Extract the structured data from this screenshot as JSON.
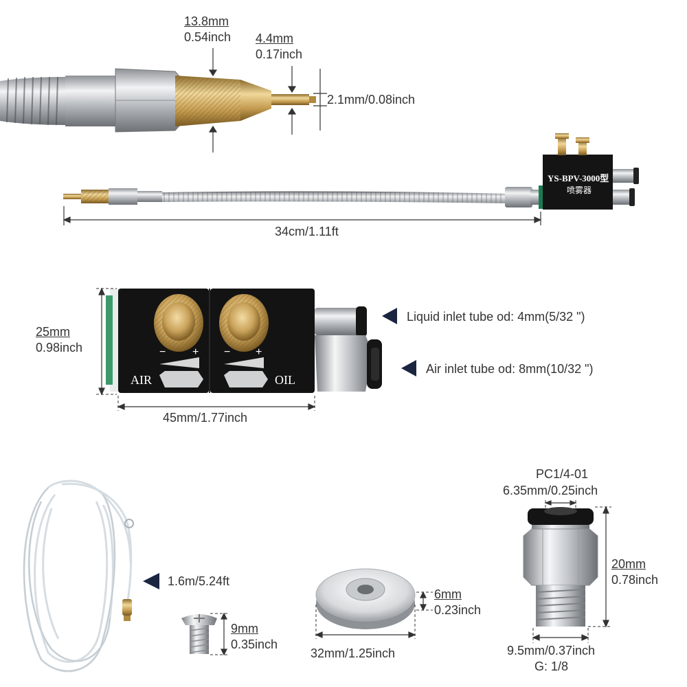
{
  "nozzle": {
    "diameter_mm": "13.8mm",
    "diameter_inch": "0.54inch",
    "tip_mm": "4.4mm",
    "tip_inch": "0.17inch",
    "hole": "2.1mm/0.08inch",
    "length": "34cm/1.11ft",
    "model_label": "YS-BPV-3000型",
    "model_sublabel": "喷雾器"
  },
  "valve": {
    "height_mm": "25mm",
    "height_inch": "0.98inch",
    "width": "45mm/1.77inch",
    "liquid_inlet": "Liquid inlet tube od: 4mm(5/32 \")",
    "air_inlet": "Air inlet tube od:  8mm(10/32 \")",
    "air_label": "AIR",
    "oil_label": "OIL",
    "minus": "−",
    "plus": "+"
  },
  "tube": {
    "length": "1.6m/5.24ft"
  },
  "screw": {
    "length_mm": "9mm",
    "length_inch": "0.35inch"
  },
  "magnet": {
    "thickness_mm": "6mm",
    "thickness_inch": "0.23inch",
    "diameter": "32mm/1.25inch"
  },
  "fitting": {
    "model": "PC1/4-01",
    "tube_size": "6.35mm/0.25inch",
    "height_mm": "20mm",
    "height_inch": "0.78inch",
    "width": "9.5mm/0.37inch",
    "thread": "G: 1/8"
  },
  "colors": {
    "accent": "#1a2540",
    "brass": "#c8a25a",
    "steel": "#b8bcc0",
    "black": "#141414"
  }
}
